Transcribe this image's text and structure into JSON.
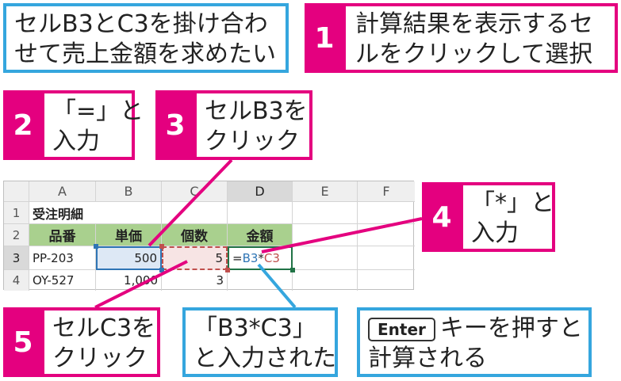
{
  "goal": {
    "line1": "セルB3とC3を掛け合わ",
    "line2": "せて売上金額を求めたい"
  },
  "steps": [
    {
      "num": "1",
      "line1": "計算結果を表示するセ",
      "line2": "ルをクリックして選択"
    },
    {
      "num": "2",
      "line1": "「=」と",
      "line2": "入力"
    },
    {
      "num": "3",
      "line1": "セルB3を",
      "line2": "クリック"
    },
    {
      "num": "4",
      "line1": "「*」と",
      "line2": "入力"
    },
    {
      "num": "5",
      "line1": "セルC3を",
      "line2": "クリック"
    }
  ],
  "result_note": {
    "line1": "「B3*C3」",
    "line2": "と入力された"
  },
  "enter_note": {
    "key": "Enter",
    "line1_rest": "キーを押すと",
    "line2": "計算される"
  },
  "sheet": {
    "columns": [
      "A",
      "B",
      "C",
      "D",
      "E",
      "F"
    ],
    "rows": [
      "1",
      "2",
      "3",
      "4"
    ],
    "title": "受注明細",
    "headers": [
      "品番",
      "単価",
      "個数",
      "金額"
    ],
    "row3": {
      "a": "PP-203",
      "b": "500",
      "c": "5",
      "formula_eq": "=",
      "formula_b": "B3",
      "formula_op": "*",
      "formula_c": "C3"
    },
    "row4": {
      "a": "OY-527",
      "b": "1,000",
      "c": "3"
    }
  },
  "colors": {
    "pink": "#e4007f",
    "blue": "#35a6de",
    "green_header": "#a9d08e",
    "ref_blue": "#2f75b5",
    "ref_red": "#c0504d"
  }
}
